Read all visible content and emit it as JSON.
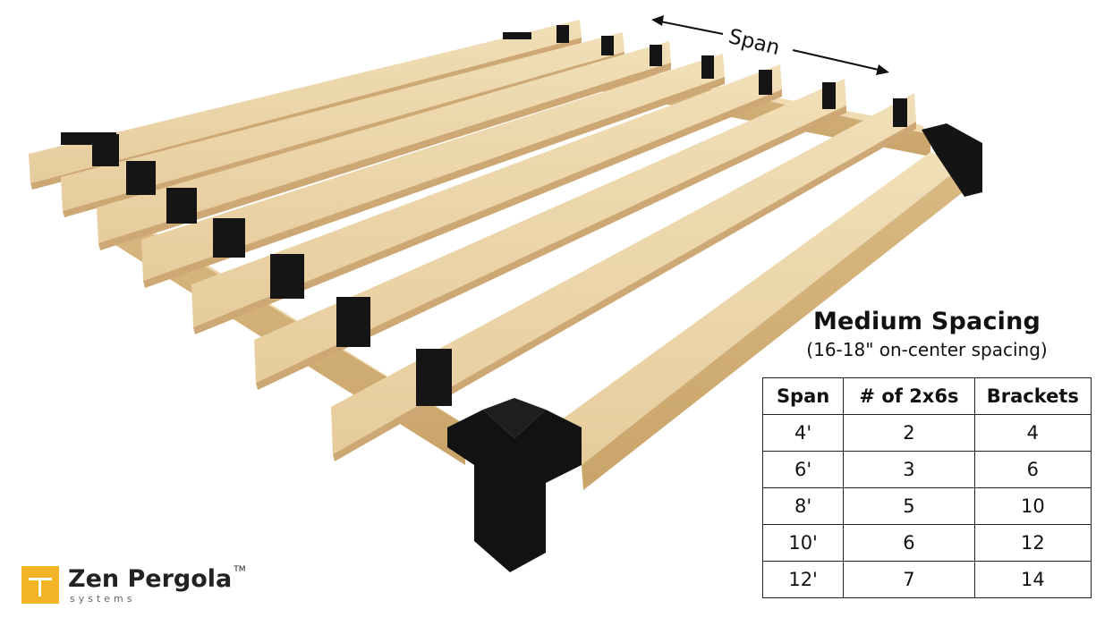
{
  "diagram": {
    "span_label": "Span"
  },
  "info": {
    "title": "Medium Spacing",
    "subtitle": "(16-18\" on-center spacing)"
  },
  "table": {
    "headers": [
      "Span",
      "# of 2x6s",
      "Brackets"
    ],
    "rows": [
      [
        "4'",
        "2",
        "4"
      ],
      [
        "6'",
        "3",
        "6"
      ],
      [
        "8'",
        "5",
        "10"
      ],
      [
        "10'",
        "6",
        "12"
      ],
      [
        "12'",
        "7",
        "14"
      ]
    ]
  },
  "logo": {
    "name": "Zen Pergola",
    "trademark": "TM",
    "tagline": "systems",
    "brand_color": "#f2b324"
  },
  "colors": {
    "wood_light": "#ecd7ac",
    "wood_mid": "#dfc08c",
    "wood_dark": "#c9a46a",
    "bracket": "#141414"
  }
}
